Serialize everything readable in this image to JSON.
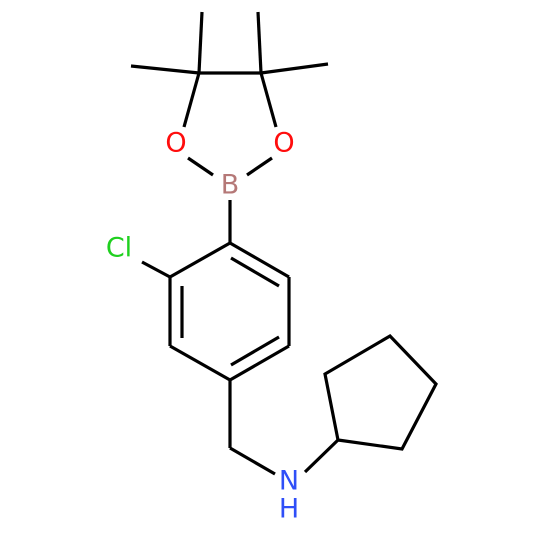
{
  "molecule": {
    "atoms": {
      "oxygen_left": {
        "symbol": "O",
        "color": "#ff0d0d"
      },
      "oxygen_right": {
        "symbol": "O",
        "color": "#ff0d0d"
      },
      "boron": {
        "symbol": "B",
        "color": "#b57877"
      },
      "chlorine": {
        "symbol": "Cl",
        "color": "#1fd01f"
      },
      "nitrogen": {
        "symbol": "N",
        "color": "#2f4ff8"
      },
      "nitrogen_hydrogen": {
        "symbol": "H",
        "color": "#2f4ff8"
      }
    },
    "bond_color": "#000000"
  }
}
